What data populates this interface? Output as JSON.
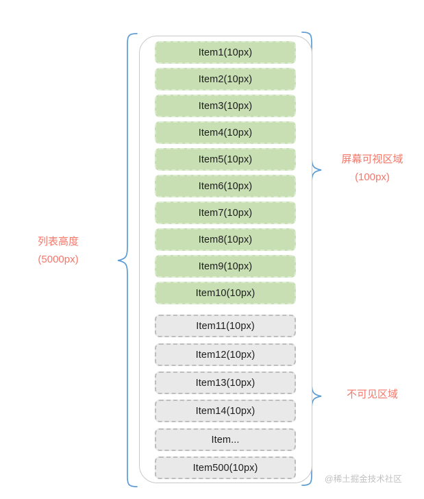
{
  "diagram": {
    "title_semantics": "virtual-list-rendering-concept",
    "colors": {
      "visible_item_fill": "#c8dfb4",
      "visible_item_border": "#dcecd0",
      "hidden_item_fill": "#e9e9e9",
      "hidden_item_border": "#bdbdbd",
      "brace_stroke": "#5b9bd5",
      "container_stroke": "#c9c9c9",
      "annotation_text": "#f4776a",
      "watermark_text": "#c2c2c2",
      "item_text": "#1c1c1c"
    }
  },
  "list": {
    "visible_items": [
      {
        "label": "Item1(10px)"
      },
      {
        "label": "Item2(10px)"
      },
      {
        "label": "Item3(10px)"
      },
      {
        "label": "Item4(10px)"
      },
      {
        "label": "Item5(10px)"
      },
      {
        "label": "Item6(10px)"
      },
      {
        "label": "Item7(10px)"
      },
      {
        "label": "Item8(10px)"
      },
      {
        "label": "Item9(10px)"
      },
      {
        "label": "Item10(10px)"
      }
    ],
    "hidden_items": [
      {
        "label": "Item11(10px)"
      },
      {
        "label": "Item12(10px)"
      },
      {
        "label": "Item13(10px)"
      },
      {
        "label": "Item14(10px)"
      },
      {
        "label": "Item..."
      },
      {
        "label": "Item500(10px)"
      }
    ]
  },
  "annotations": {
    "list_height": {
      "line1": "列表高度",
      "line2": "(5000px)"
    },
    "viewport": {
      "line1": "屏幕可视区域",
      "line2": "(100px)"
    },
    "invisible": {
      "line1": "不可见区域",
      "line2": ""
    }
  },
  "watermark": {
    "text": "@稀土掘金技术社区"
  }
}
